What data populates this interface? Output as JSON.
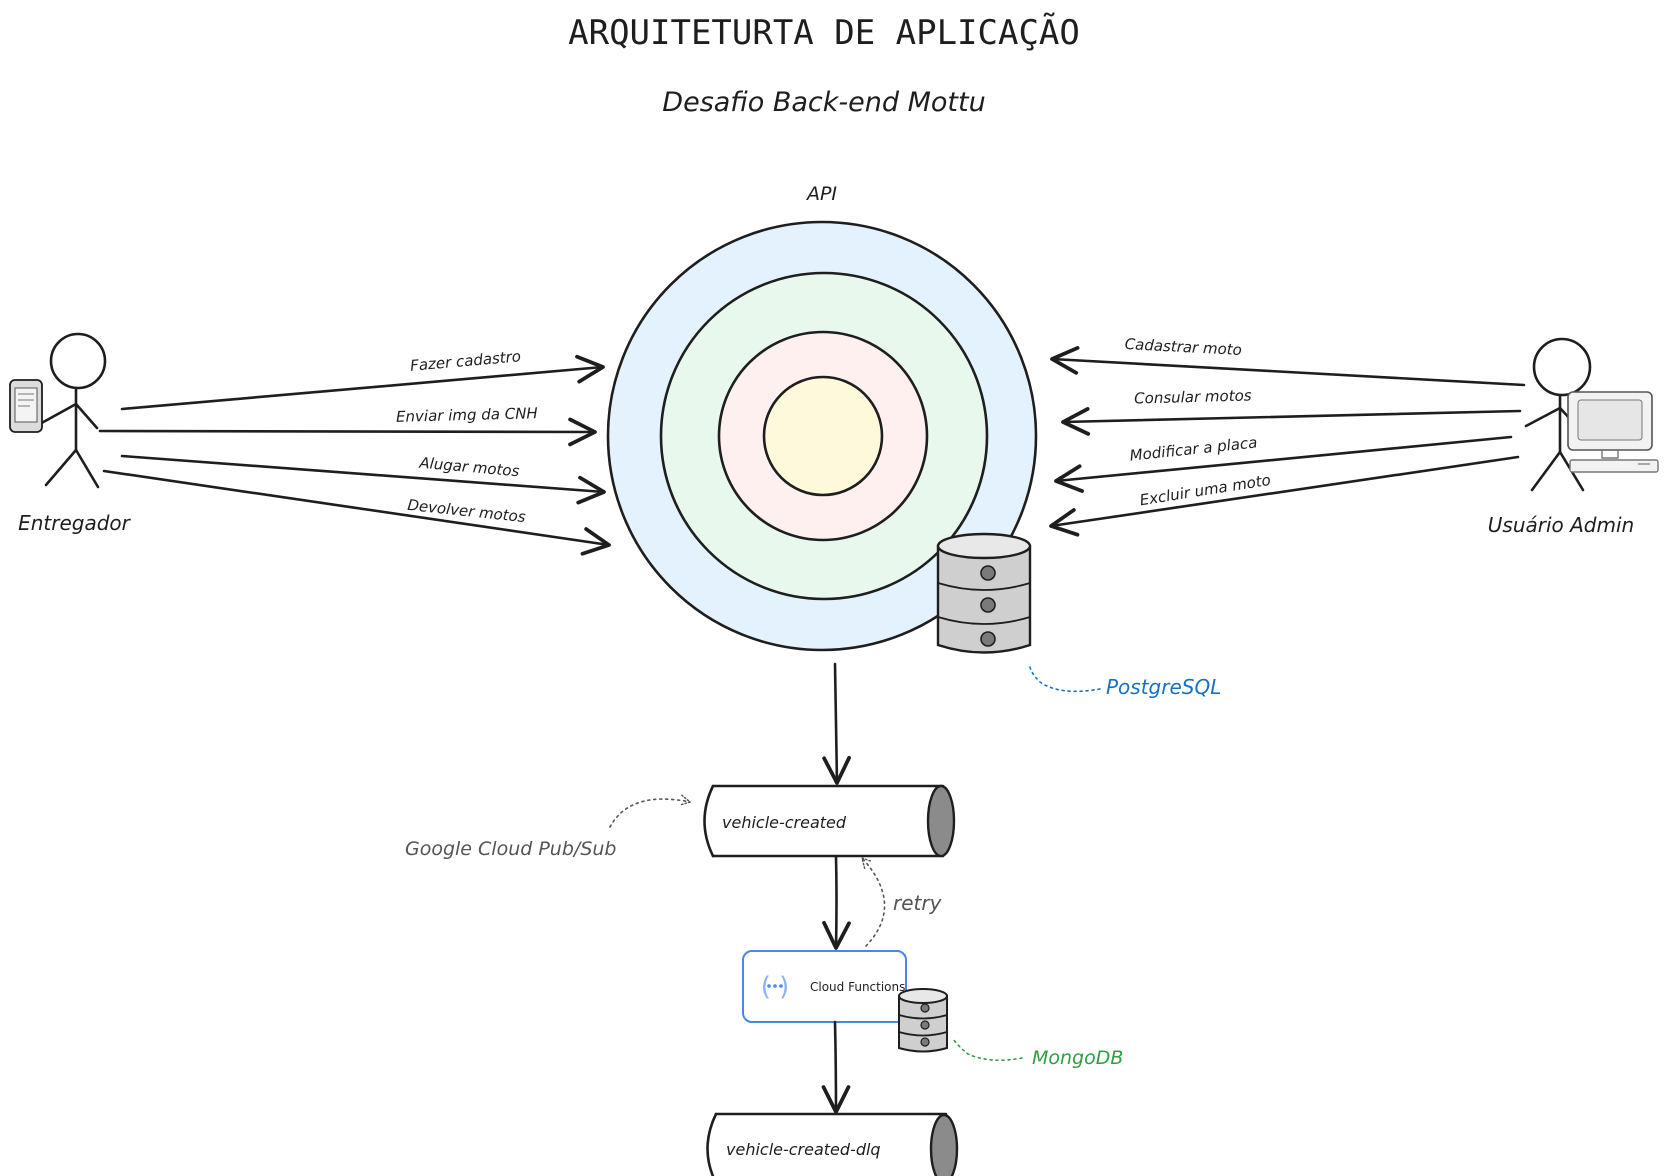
{
  "title": "ARQUITETURTA DE APLICAÇÃO",
  "subtitle": "Desafio Back-end Mottu",
  "api_label": "API",
  "actors": {
    "left": "Entregador",
    "right": "Usuário Admin"
  },
  "left_flows": [
    "Fazer cadastro",
    "Enviar img da CNH",
    "Alugar motos",
    "Devolver motos"
  ],
  "right_flows": [
    "Cadastrar moto",
    "Consular motos",
    "Modificar a placa",
    "Excluir uma moto"
  ],
  "databases": {
    "postgres": "PostgreSQL",
    "mongo": "MongoDB"
  },
  "queues": {
    "main": "vehicle-created",
    "dlq": "vehicle-created-dlq",
    "service_label": "Google Cloud Pub/Sub"
  },
  "function_box": "Cloud Functions",
  "retry_label": "retry",
  "colors": {
    "ring_outer": "#e3f2fd",
    "ring_middle": "#e8f8ec",
    "ring_inner": "#fff0f0",
    "ring_core": "#fff9db",
    "postgres": "#1971c2",
    "mongo": "#2f9e44",
    "function_border": "#4a86e8",
    "annotation_gray": "#555555"
  }
}
